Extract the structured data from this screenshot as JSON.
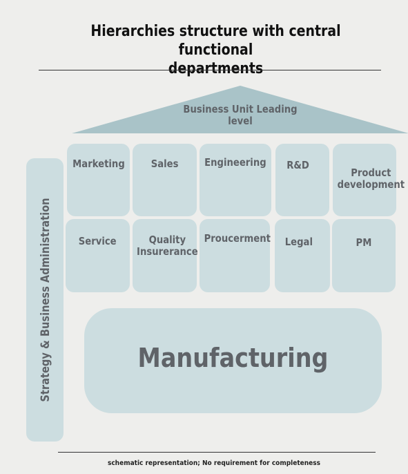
{
  "title_line1": "Hierarchies structure with central functional",
  "title_line2": "departments",
  "roof": {
    "line1": "Business Unit Leading",
    "line2": "level"
  },
  "row1": [
    "Marketing",
    "Sales",
    "Engineering",
    "R&D",
    "Product\ndevelopment"
  ],
  "row2": [
    "Service",
    "Quality\nInsurerance",
    "Proucerment",
    "Legal",
    "PM"
  ],
  "pillar_label": "Strategy & Business Administration",
  "foundation_label": "Manufacturing",
  "footnote": "schematic representation; No requirement for completeness",
  "colors": {
    "fill": "#ccdde0",
    "roof": "#a9c3c8",
    "text": "#5f6368",
    "background": "#eeeeec"
  }
}
